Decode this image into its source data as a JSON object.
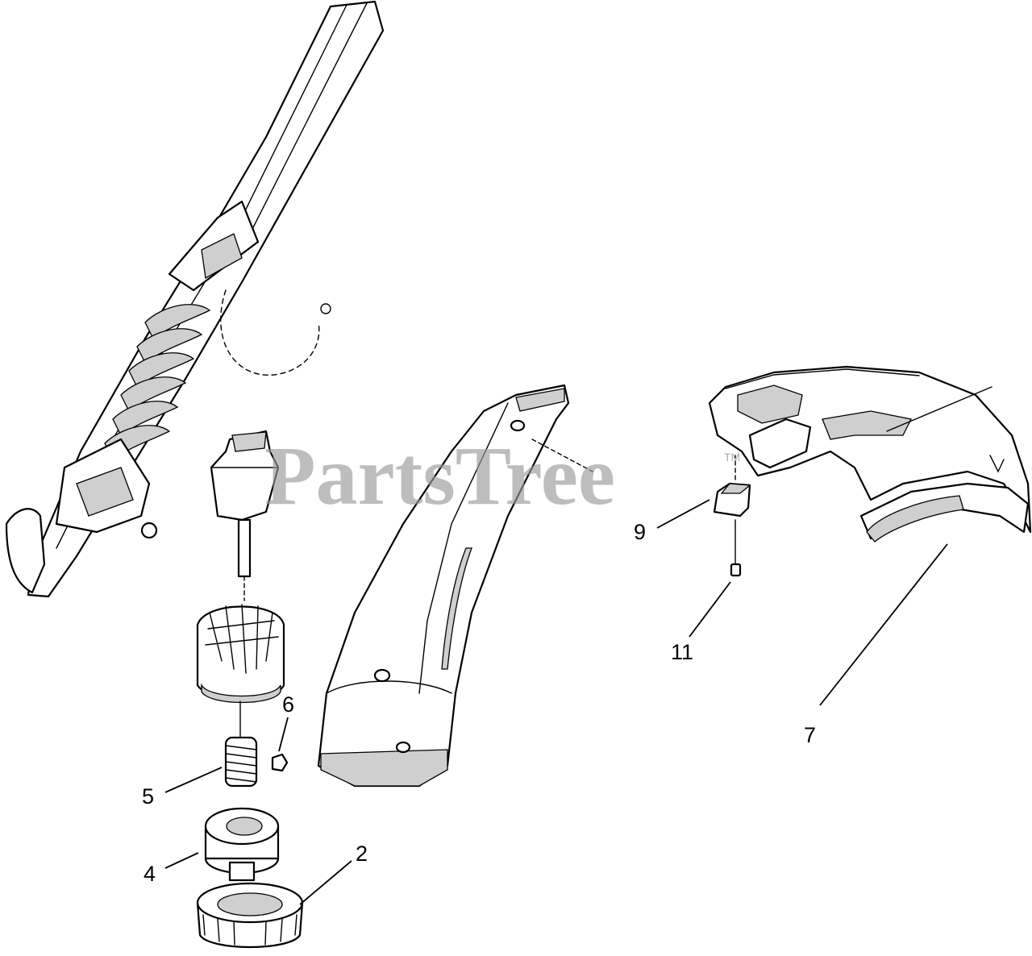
{
  "watermark": {
    "text": "PartsTree",
    "mark": "TM"
  },
  "callouts": [
    {
      "id": "2",
      "text": "2"
    },
    {
      "id": "4",
      "text": "4"
    },
    {
      "id": "5",
      "text": "5"
    },
    {
      "id": "6",
      "text": "6"
    },
    {
      "id": "7",
      "text": "7"
    },
    {
      "id": "9",
      "text": "9"
    },
    {
      "id": "11",
      "text": "11"
    }
  ],
  "colors": {
    "line": "#000000",
    "background": "#ffffff",
    "watermark": "#9a9a9a"
  }
}
